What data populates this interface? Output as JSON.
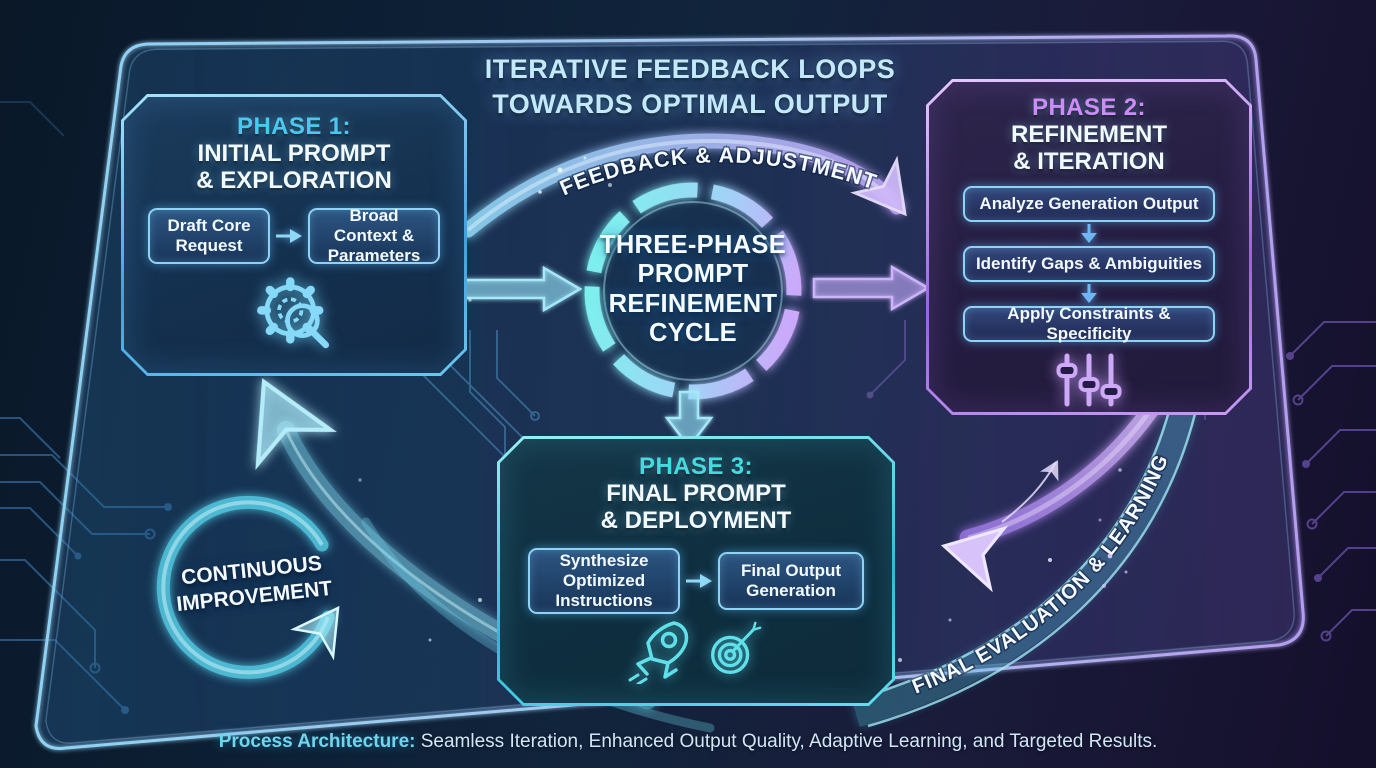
{
  "title": {
    "line1": "ITERATIVE FEEDBACK LOOPS",
    "line2": "TOWARDS OPTIMAL OUTPUT"
  },
  "center_circle": {
    "line1": "THREE-PHASE",
    "line2": "PROMPT",
    "line3": "REFINEMENT",
    "line4": "CYCLE"
  },
  "phase1": {
    "label": "PHASE 1:",
    "title_line1": "INITIAL PROMPT",
    "title_line2": "& EXPLORATION",
    "steps": [
      "Draft Core Request",
      "Broad Context & Parameters"
    ],
    "icon": "gear-magnifier-icon"
  },
  "phase2": {
    "label": "PHASE 2:",
    "title_line1": "REFINEMENT",
    "title_line2": "& ITERATION",
    "steps": [
      "Analyze Generation Output",
      "Identify Gaps & Ambiguities",
      "Apply Constraints & Specificity"
    ],
    "icon": "sliders-icon"
  },
  "phase3": {
    "label": "PHASE 3:",
    "title_line1": "FINAL PROMPT",
    "title_line2": "& DEPLOYMENT",
    "steps": [
      "Synthesize Optimized Instructions",
      "Final Output Generation"
    ],
    "icons": [
      "rocket-icon",
      "target-icon"
    ]
  },
  "flow_labels": {
    "top_arc": "FEEDBACK & ADJUSTMENT",
    "right_arc": "FINAL EVALUATION & LEARNING",
    "loop_line1": "CONTINUOUS",
    "loop_line2": "IMPROVEMENT"
  },
  "footer": {
    "lead": "Process Architecture:",
    "rest": " Seamless Iteration, Enhanced Output Quality, Adaptive Learning, and Targeted Results."
  },
  "colors": {
    "cyan_accent": "#59d6f0",
    "purple_accent": "#c18af5",
    "phase1_title": "#49c9f0",
    "phase2_title": "#cf8bfa",
    "phase3_title": "#41dce0",
    "text_light": "#f2f9ff"
  }
}
